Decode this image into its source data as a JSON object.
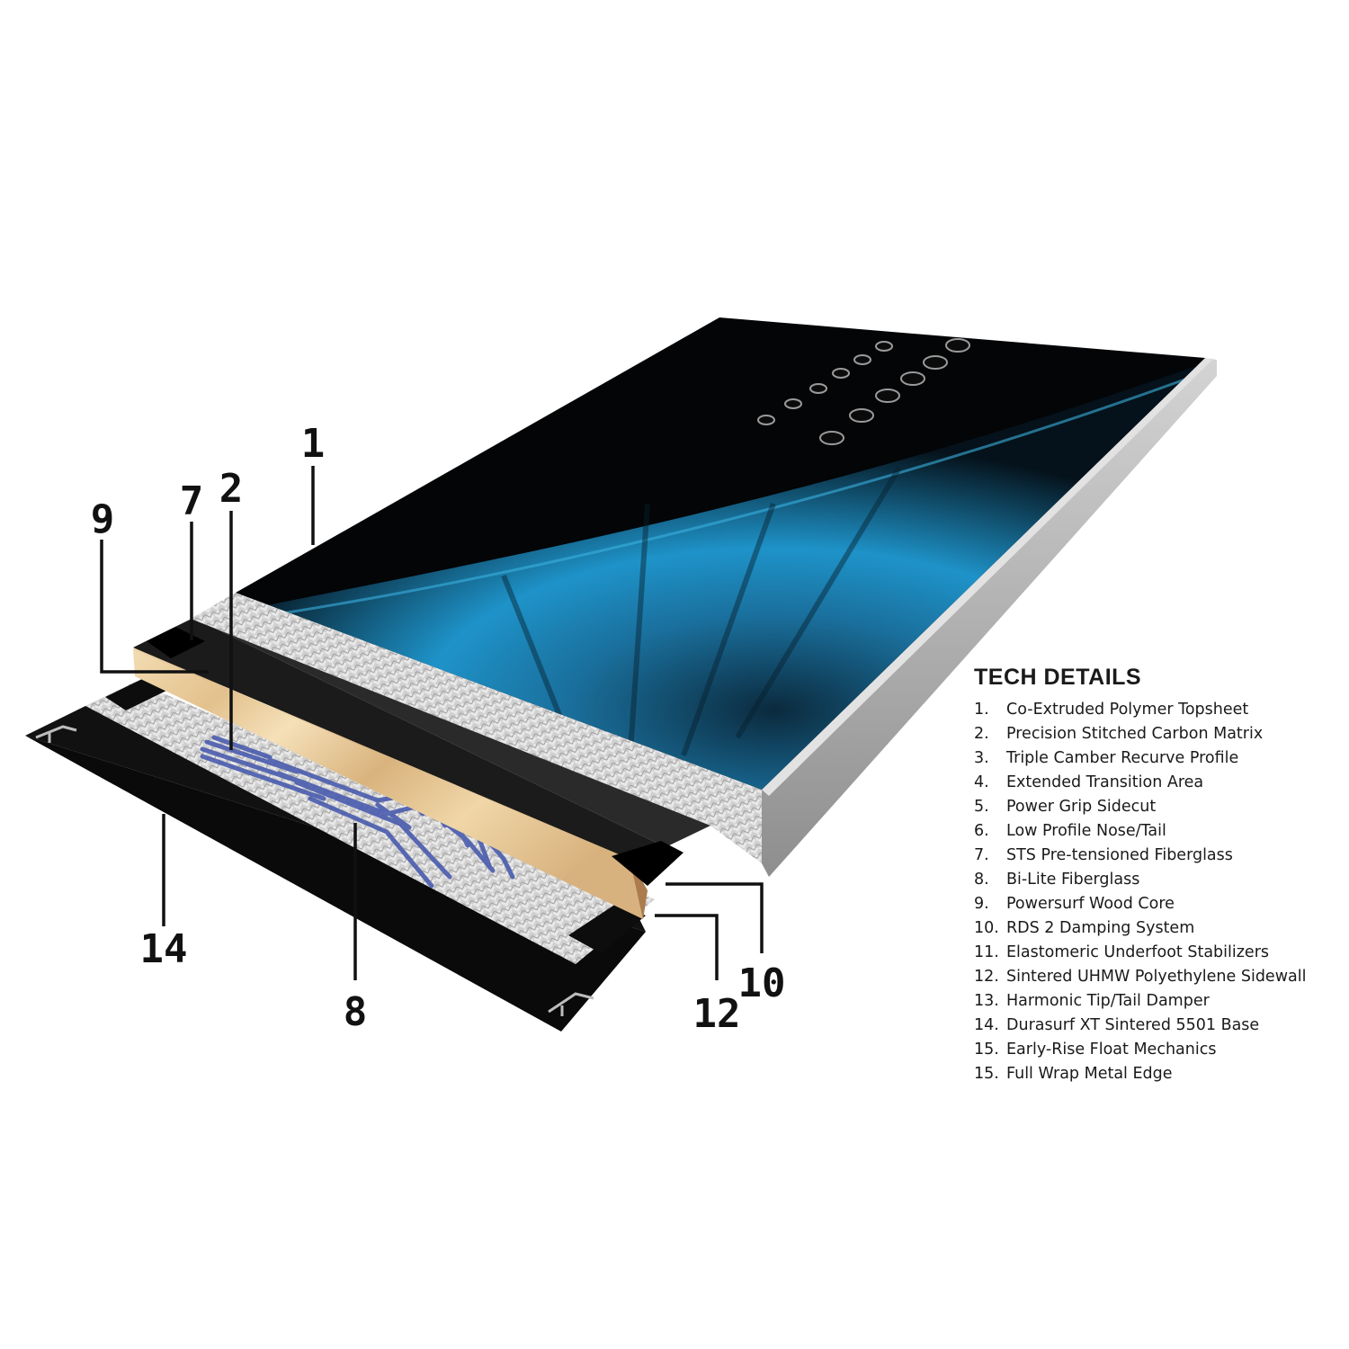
{
  "colors": {
    "topsheet": "#030507",
    "topsheet_blue": "#1d8fc4",
    "wood": "#d9b98a",
    "fiberglass": "#c8c8c8",
    "sidewall": "#111111",
    "edge": "#a3a3a3",
    "damping": "#4a5cae"
  },
  "callouts": [
    {
      "id": "1",
      "label": "1"
    },
    {
      "id": "2",
      "label": "2"
    },
    {
      "id": "7",
      "label": "7"
    },
    {
      "id": "9",
      "label": "9"
    },
    {
      "id": "14",
      "label": "14"
    },
    {
      "id": "8",
      "label": "8"
    },
    {
      "id": "12",
      "label": "12"
    },
    {
      "id": "10",
      "label": "10"
    }
  ],
  "tech_details": {
    "title": "TECH DETAILS",
    "items": [
      {
        "num": "1.",
        "text": "Co-Extruded Polymer Topsheet"
      },
      {
        "num": "2.",
        "text": "Precision Stitched Carbon Matrix"
      },
      {
        "num": "3.",
        "text": "Triple Camber Recurve Profile"
      },
      {
        "num": "4.",
        "text": "Extended Transition Area"
      },
      {
        "num": "5.",
        "text": "Power Grip Sidecut"
      },
      {
        "num": "6.",
        "text": "Low Profile Nose/Tail"
      },
      {
        "num": "7.",
        "text": "STS Pre-tensioned Fiberglass"
      },
      {
        "num": "8.",
        "text": "Bi-Lite Fiberglass"
      },
      {
        "num": "9.",
        "text": "Powersurf Wood Core"
      },
      {
        "num": "10.",
        "text": "RDS 2 Damping System"
      },
      {
        "num": "11.",
        "text": "Elastomeric Underfoot Stabilizers"
      },
      {
        "num": "12.",
        "text": "Sintered UHMW Polyethylene Sidewall"
      },
      {
        "num": "13.",
        "text": "Harmonic Tip/Tail Damper"
      },
      {
        "num": "14.",
        "text": "Durasurf XT Sintered 5501 Base"
      },
      {
        "num": "15.",
        "text": "Early-Rise Float Mechanics"
      },
      {
        "num": "15.",
        "text": "Full Wrap Metal Edge"
      }
    ]
  }
}
